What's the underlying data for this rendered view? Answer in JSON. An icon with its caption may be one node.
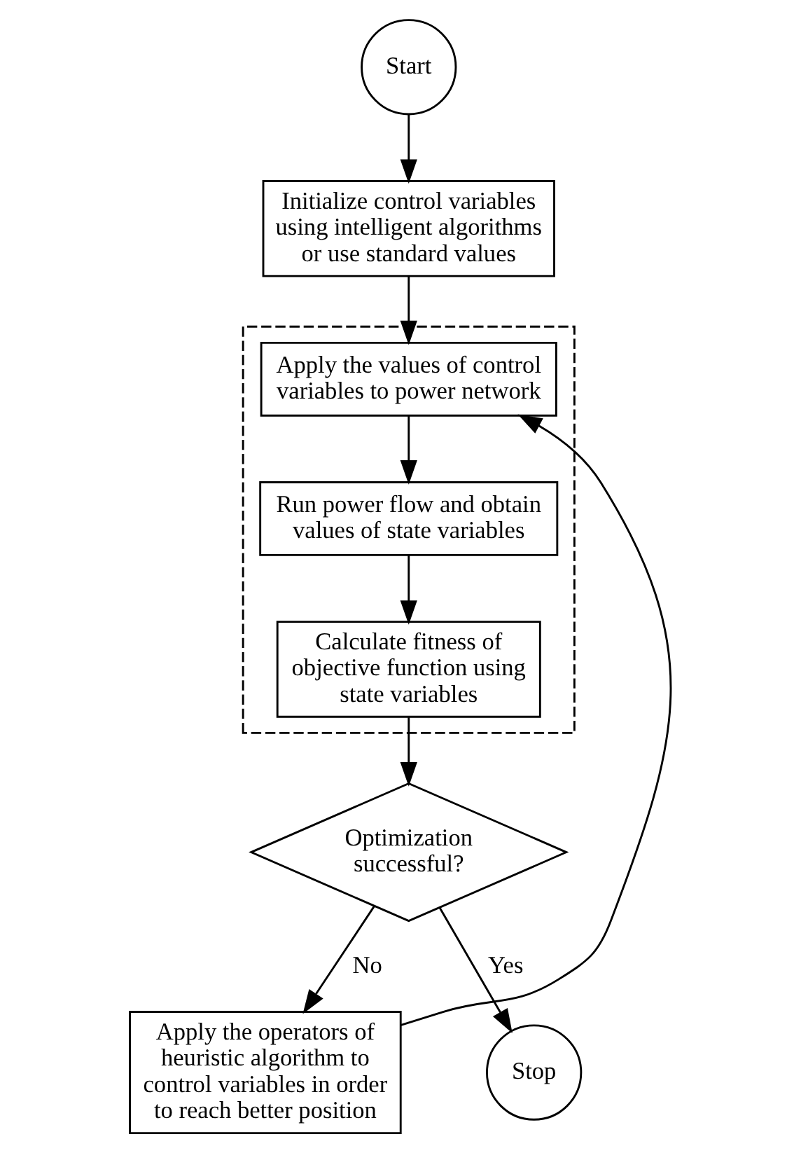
{
  "diagram": {
    "nodes": [
      {
        "text": [
          "Start"
        ]
      },
      {
        "text": [
          "Initialize control variables using intelligent algorithms or use standard values"
        ]
      },
      {
        "text": [],
        "shape": "box"
      },
      {
        "text": [
          "Apply the values of control variables to power network"
        ],
        "in": 2
      },
      {
        "text": [
          "Run power flow and obtain values of state variables"
        ],
        "in": 2
      },
      {
        "text": [
          "Calculate fitness of objective function using state variables"
        ],
        "in": 2
      },
      {
        "text": [
          "Optimization successful?"
        ]
      },
      {
        "text": [
          "Apply the operators of heuristic algorithm to control variables in order to reach better position"
        ]
      },
      {
        "text": [
          "Stop"
        ]
      }
    ],
    "edges": [
      {
        "from": 0,
        "to": 1,
        "arrow": "to"
      },
      {
        "from": 1,
        "to": 3,
        "arrow": "to"
      },
      {
        "from": 3,
        "to": 4,
        "arrow": "to"
      },
      {
        "from": 4,
        "to": 5,
        "arrow": "to"
      },
      {
        "from": 5,
        "to": 6,
        "arrow": "to"
      },
      {
        "from": 6,
        "to": 7,
        "arrow": "to",
        "label": "No"
      },
      {
        "from": 6,
        "to": 8,
        "arrow": "to",
        "label": "Yes"
      },
      {
        "from": 7,
        "to": 3,
        "arrow": "to"
      }
    ]
  }
}
